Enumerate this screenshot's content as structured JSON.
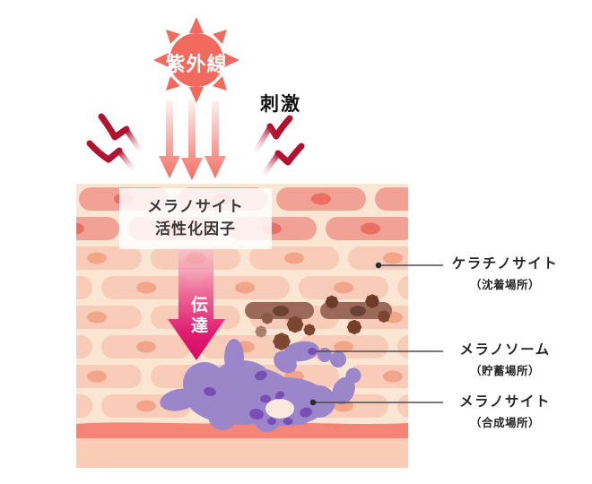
{
  "sun": {
    "label": "紫外線"
  },
  "stimulus_label": "刺激",
  "activation_box": {
    "line1": "メラノサイト",
    "line2": "活性化因子"
  },
  "transmission_label": "伝達",
  "legend": {
    "keratinocyte": {
      "title": "ケラチノサイト",
      "subtitle": "（沈着場所）"
    },
    "melanosome": {
      "title": "メラノソーム",
      "subtitle": "（貯蓄場所）"
    },
    "melanocyte": {
      "title": "メラノサイト",
      "subtitle": "（合成場所）"
    }
  },
  "colors": {
    "sun_coral": "#F2695E",
    "shock_crimson": "#B11230",
    "signal_magenta": "#DB0E65",
    "skin_background": "#FBE5D3",
    "epidermis_brick_dark": "#F2A294",
    "epidermis_nucleus_dark": "#EB6F64",
    "epidermis_brick_light": "#F8CCB8",
    "epidermis_nucleus_light": "#F3A58A",
    "basement_membrane": "#F58677",
    "dermis_band": "#FACBB5",
    "keratinocyte_brown": "#9A695A",
    "keratinocyte_nucleus_brown": "#6B4134",
    "melanin_brown": "#7B452F",
    "melanocyte_purple": "#9C86CA",
    "melanosome_purple": "#7A4FB5"
  }
}
